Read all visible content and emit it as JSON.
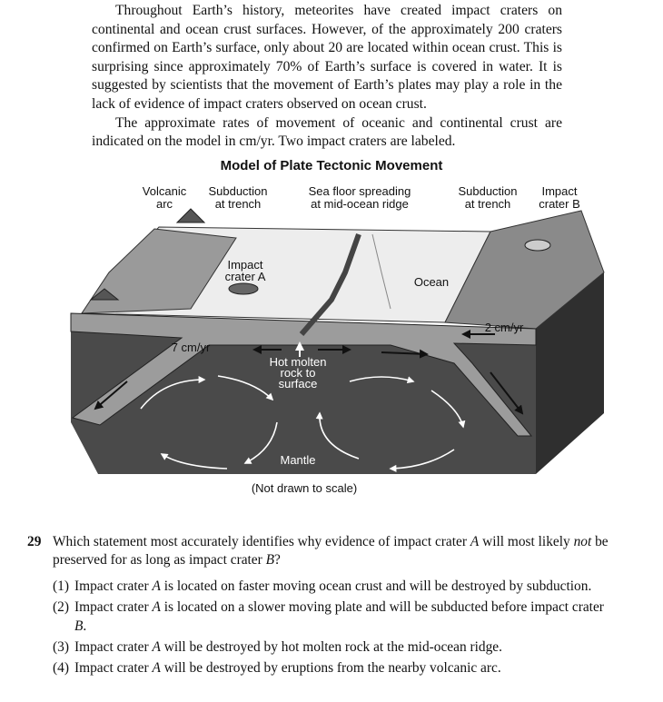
{
  "passage": {
    "p1": "Throughout Earth’s history, meteorites have created impact craters on continental and ocean crust surfaces. However, of the approximately 200 craters confirmed on Earth’s surface, only about 20 are located within ocean crust. This is surprising since approximately 70% of Earth’s surface is covered in water. It is suggested by scientists that the movement of Earth’s plates may play a role in the lack of evidence of impact craters observed on ocean crust.",
    "p2": "The approximate rates of movement of oceanic and continental crust are indicated on the model in cm/yr. Two impact craters are labeled."
  },
  "figure": {
    "title": "Model of Plate Tectonic Movement",
    "labels": {
      "volcanic_arc_1": "Volcanic",
      "volcanic_arc_2": "arc",
      "subduction_left_1": "Subduction",
      "subduction_left_2": "at trench",
      "ridge_1": "Sea floor spreading",
      "ridge_2": "at mid-ocean ridge",
      "subduction_right_1": "Subduction",
      "subduction_right_2": "at trench",
      "crater_b_1": "Impact",
      "crater_b_2": "crater B",
      "crater_a_1": "Impact",
      "crater_a_2": "crater A",
      "ocean": "Ocean",
      "rate_right": "2 cm/yr",
      "rate_left": "7 cm/yr",
      "hot_1": "Hot molten",
      "hot_2": "rock to",
      "hot_3": "surface",
      "mantle": "Mantle"
    },
    "note": "(Not drawn to scale)"
  },
  "question": {
    "number": "29",
    "stem_a": "Which statement most accurately identifies why evidence of impact crater ",
    "stem_a_var": "A",
    "stem_b": " will most likely ",
    "stem_not": "not",
    "stem_c": " be preserved for as long as impact crater ",
    "stem_c_var": "B",
    "stem_d": "?",
    "choices": [
      {
        "num": "(1)",
        "pre": "Impact crater ",
        "var": "A",
        "post": " is located on faster moving ocean crust and will be destroyed by subduction.",
        "var2": "",
        "end": ""
      },
      {
        "num": "(2)",
        "pre": "Impact crater ",
        "var": "A",
        "post": " is located on a slower moving plate and will be subducted before impact crater ",
        "var2": "B",
        "end": "."
      },
      {
        "num": "(3)",
        "pre": "Impact crater ",
        "var": "A",
        "post": " will be destroyed by hot molten rock at the mid-ocean ridge.",
        "var2": "",
        "end": ""
      },
      {
        "num": "(4)",
        "pre": "Impact crater ",
        "var": "A",
        "post": " will be destroyed by eruptions from the nearby volcanic arc.",
        "var2": "",
        "end": ""
      }
    ]
  }
}
